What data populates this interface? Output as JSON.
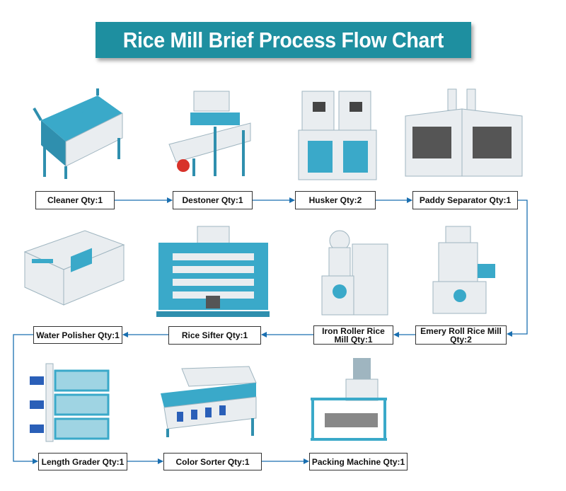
{
  "title": "Rice Mill Brief Process Flow Chart",
  "colors": {
    "banner": "#1e8fa0",
    "machine_blue": "#3aa9c9",
    "machine_white": "#e9edf0",
    "arrow": "#1a6fb0"
  },
  "steps": [
    {
      "label": "Cleaner Qty:1",
      "icon": "cleaner-machine"
    },
    {
      "label": "Destoner Qty:1",
      "icon": "destoner-machine"
    },
    {
      "label": "Husker Qty:2",
      "icon": "husker-machine"
    },
    {
      "label": "Paddy Separator Qty:1",
      "icon": "paddy-separator-machine"
    },
    {
      "label": "Emery Roll Rice Mill Qty:2",
      "icon": "emery-roll-mill-machine"
    },
    {
      "label": "Iron Roller Rice Mill Qty:1",
      "icon": "iron-roller-mill-machine"
    },
    {
      "label": "Rice Sifter Qty:1",
      "icon": "rice-sifter-machine"
    },
    {
      "label": "Water Polisher Qty:1",
      "icon": "water-polisher-machine"
    },
    {
      "label": "Length Grader Qty:1",
      "icon": "length-grader-machine"
    },
    {
      "label": "Color Sorter Qty:1",
      "icon": "color-sorter-machine"
    },
    {
      "label": "Packing Machine Qty:1",
      "icon": "packing-machine"
    }
  ]
}
